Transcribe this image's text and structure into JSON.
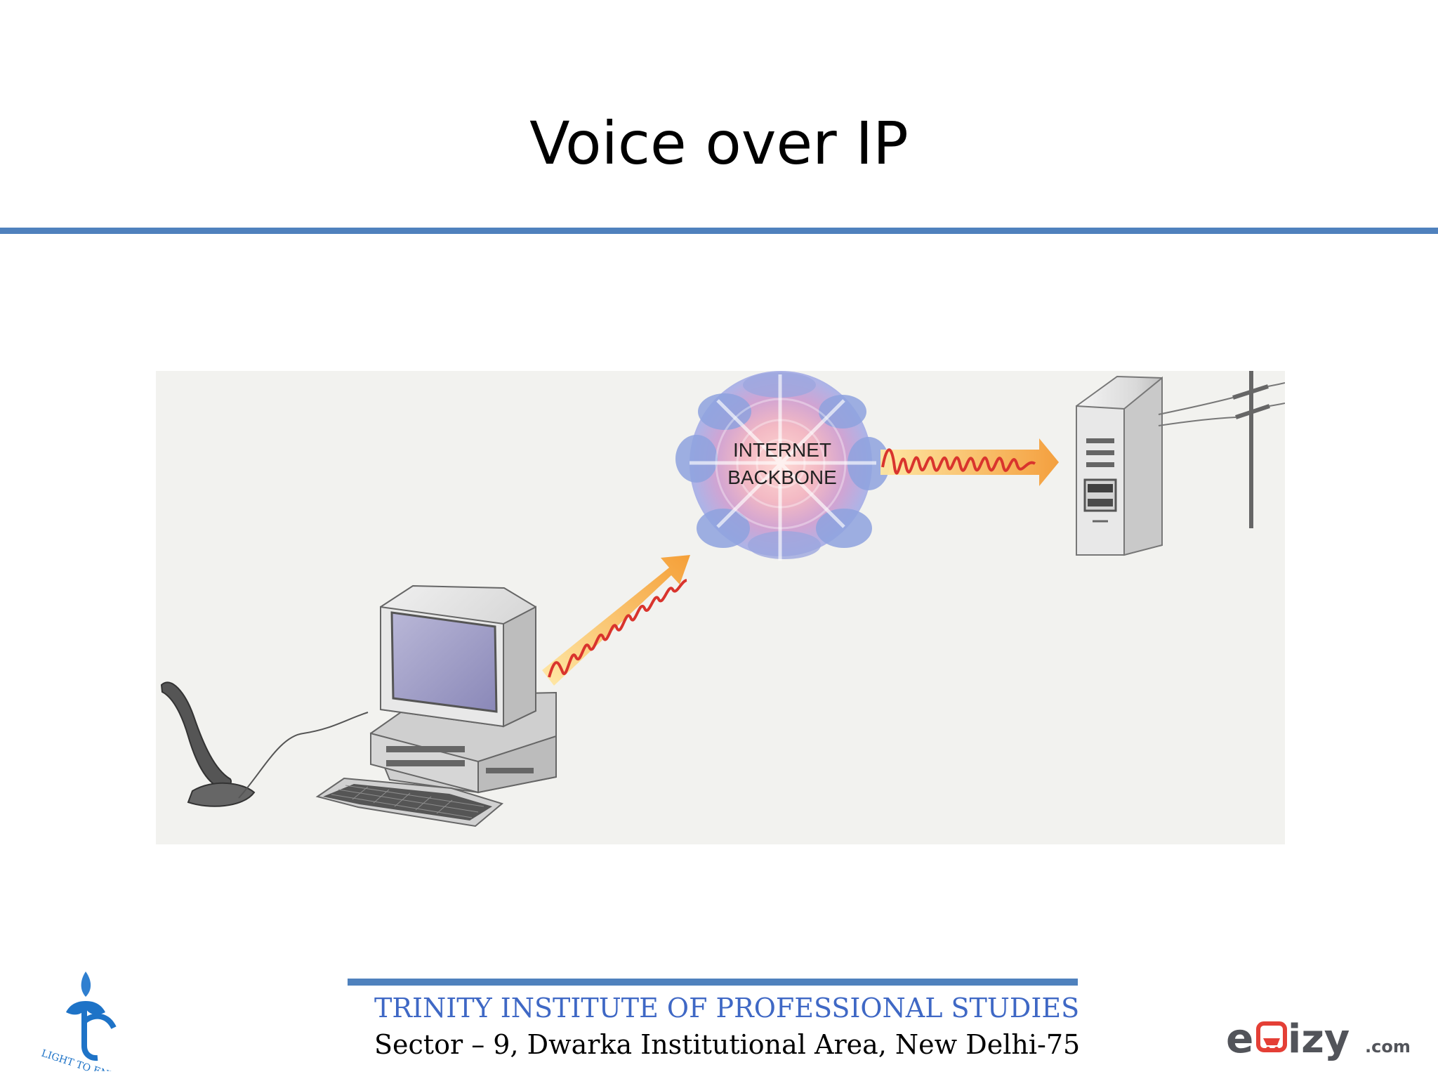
{
  "slide": {
    "title": "Voice over IP"
  },
  "diagram": {
    "network_label_line1": "INTERNET",
    "network_label_line2": "BACKBONE"
  },
  "footer": {
    "institute": "TRINITY INSTITUTE OF PROFESSIONAL STUDIES",
    "address": "Sector – 9, Dwarka Institutional Area, New Delhi-75"
  },
  "logos": {
    "left_motto": "LIGHT TO ENLIGHTEN",
    "right_brand": "eduizy",
    "right_suffix": ".com"
  },
  "colors": {
    "accent_blue": "#4f81bd",
    "footer_blue": "#3f68c5",
    "signal_red": "#d63b2c",
    "signal_orange": "#f6a33b"
  }
}
